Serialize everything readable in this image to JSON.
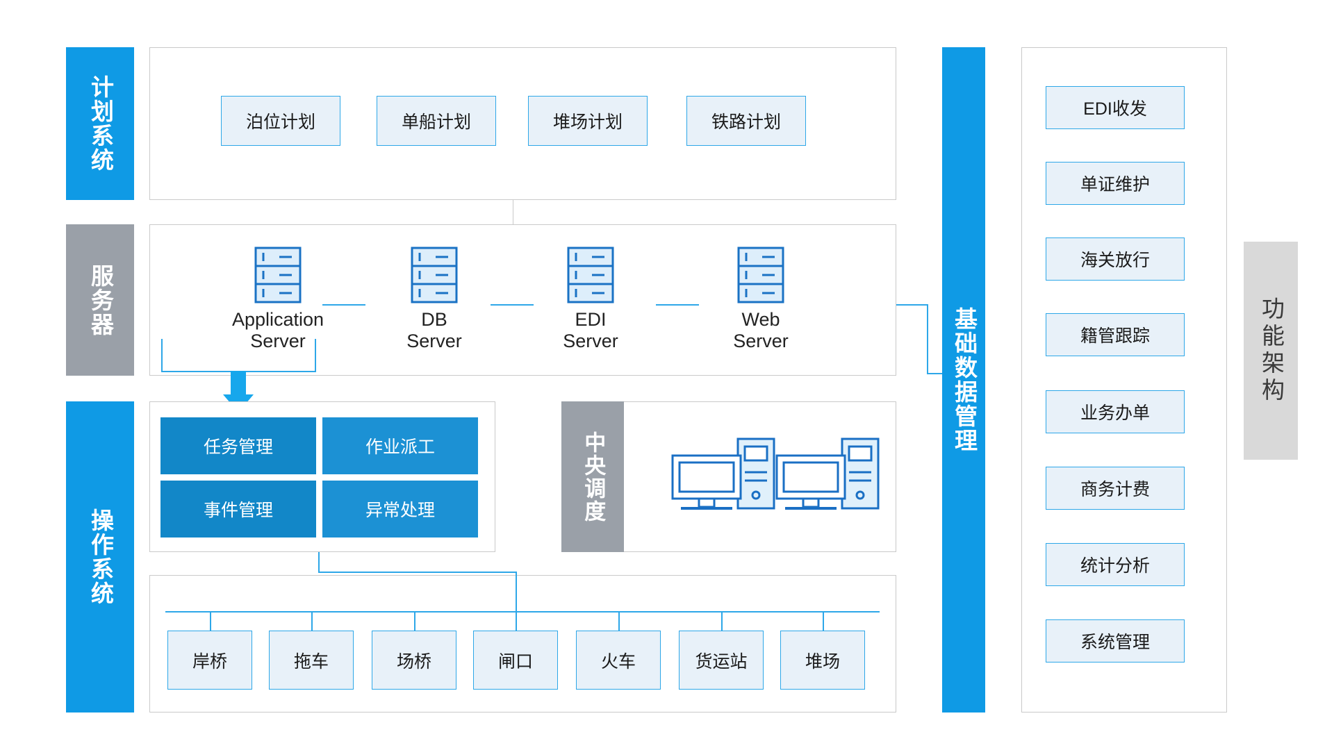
{
  "diagram": {
    "title_band": "功能架构",
    "layers": [
      {
        "id": "plan",
        "label": "计划系统",
        "color": "#0f9ae5"
      },
      {
        "id": "server",
        "label": "服务器",
        "color": "#9aa0a8"
      },
      {
        "id": "ops",
        "label": "操作系统",
        "color": "#0f9ae5"
      }
    ],
    "plan_system": {
      "label": "计划系统",
      "items": [
        {
          "label": "泊位计划"
        },
        {
          "label": "单船计划"
        },
        {
          "label": "堆场计划"
        },
        {
          "label": "铁路计划"
        }
      ]
    },
    "server_layer": {
      "label": "服务器",
      "servers": [
        {
          "name_line1": "Application",
          "name_line2": "Server",
          "icon": "server-rack-icon"
        },
        {
          "name_line1": "DB",
          "name_line2": "Server",
          "icon": "server-rack-icon"
        },
        {
          "name_line1": "EDI",
          "name_line2": "Server",
          "icon": "server-rack-icon"
        },
        {
          "name_line1": "Web",
          "name_line2": "Server",
          "icon": "server-rack-icon"
        }
      ]
    },
    "operation_system": {
      "label": "操作系统",
      "modules": [
        {
          "label": "任务管理",
          "color": "#1287c8"
        },
        {
          "label": "作业派工",
          "color": "#1c91d4"
        },
        {
          "label": "事件管理",
          "color": "#1287c8"
        },
        {
          "label": "异常处理",
          "color": "#1c91d4"
        }
      ],
      "central_dispatch": {
        "label": "中央调度",
        "color": "#9aa0a8",
        "workstations": [
          {
            "icon": "desktop-computer-icon"
          },
          {
            "icon": "desktop-computer-icon"
          }
        ]
      },
      "equipment": [
        {
          "label": "岸桥"
        },
        {
          "label": "拖车"
        },
        {
          "label": "场桥"
        },
        {
          "label": "闸口"
        },
        {
          "label": "火车"
        },
        {
          "label": "货运站"
        },
        {
          "label": "堆场"
        }
      ]
    },
    "master_data": {
      "label": "基础数据管理",
      "color": "#0f9ae5",
      "items": [
        {
          "label": "EDI收发"
        },
        {
          "label": "单证维护"
        },
        {
          "label": "海关放行"
        },
        {
          "label": "籍管跟踪"
        },
        {
          "label": "业务办单"
        },
        {
          "label": "商务计费"
        },
        {
          "label": "统计分析"
        },
        {
          "label": "系统管理"
        }
      ]
    },
    "colors": {
      "accent_blue": "#0f9ae5",
      "node_border": "#2da7e8",
      "node_fill": "#e8f1f9",
      "module_blue": "#1287c8",
      "gray_band": "#9aa0a8",
      "light_gray_band": "#d9d9d9",
      "panel_border": "#c9c9c9"
    }
  }
}
